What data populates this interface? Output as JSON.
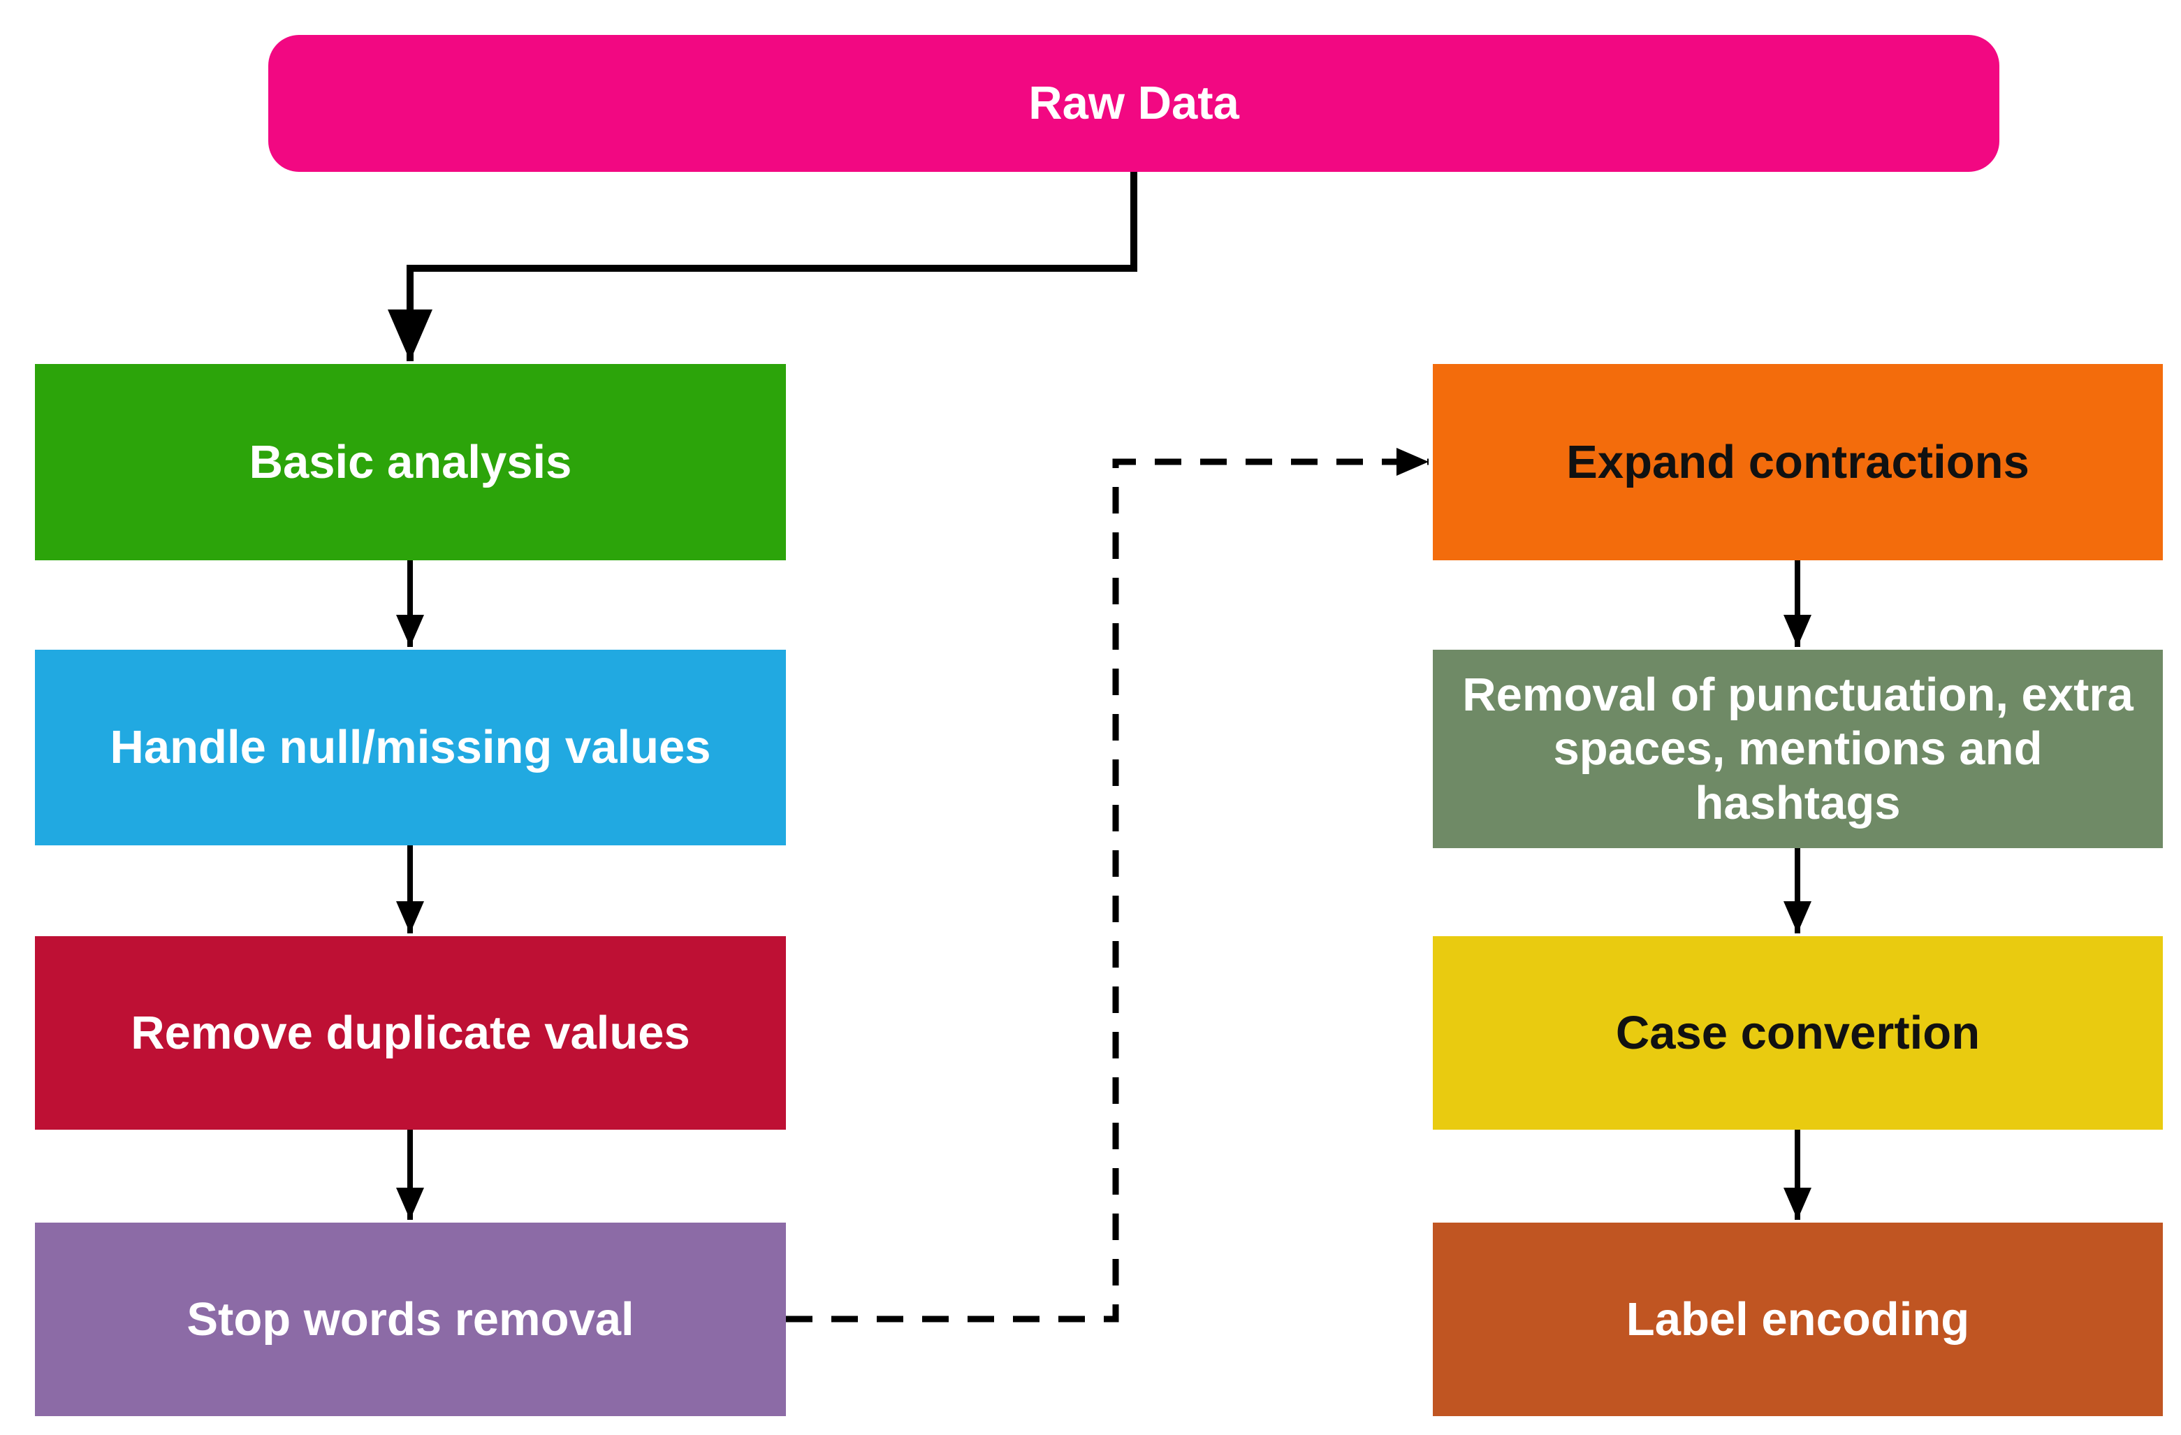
{
  "diagram": {
    "background": "#FFFFFF",
    "connector_color": "#000000",
    "nodes": {
      "raw_data": {
        "label": "Raw Data",
        "bg": "#F20882",
        "fg": "#FFFFFF"
      },
      "basic_analysis": {
        "label": "Basic analysis",
        "bg": "#2CA40A",
        "fg": "#FFFFFF"
      },
      "handle_null": {
        "label": "Handle null/missing values",
        "bg": "#21A9E1",
        "fg": "#FFFFFF"
      },
      "remove_duplicates": {
        "label": "Remove duplicate values",
        "bg": "#BE1034",
        "fg": "#FFFFFF"
      },
      "stop_words": {
        "label": "Stop words removal",
        "bg": "#8C6BA6",
        "fg": "#FFFFFF"
      },
      "expand_contractions": {
        "label": "Expand contractions",
        "bg": "#F36C0C",
        "fg": "#111111"
      },
      "removal_punctuation": {
        "label": "Removal of punctuation, extra spaces, mentions and hashtags",
        "bg": "#6F8A66",
        "fg": "#FFFFFF"
      },
      "case_conversion": {
        "label": "Case convertion",
        "bg": "#E9CB10",
        "fg": "#111111"
      },
      "label_encoding": {
        "label": "Label encoding",
        "bg": "#C05522",
        "fg": "#FFFFFF"
      }
    },
    "edges": [
      {
        "from": "raw_data",
        "to": "basic_analysis",
        "style": "solid"
      },
      {
        "from": "basic_analysis",
        "to": "handle_null",
        "style": "solid"
      },
      {
        "from": "handle_null",
        "to": "remove_duplicates",
        "style": "solid"
      },
      {
        "from": "remove_duplicates",
        "to": "stop_words",
        "style": "solid"
      },
      {
        "from": "stop_words",
        "to": "expand_contractions",
        "style": "dashed"
      },
      {
        "from": "expand_contractions",
        "to": "removal_punctuation",
        "style": "solid"
      },
      {
        "from": "removal_punctuation",
        "to": "case_conversion",
        "style": "solid"
      },
      {
        "from": "case_conversion",
        "to": "label_encoding",
        "style": "solid"
      }
    ]
  }
}
